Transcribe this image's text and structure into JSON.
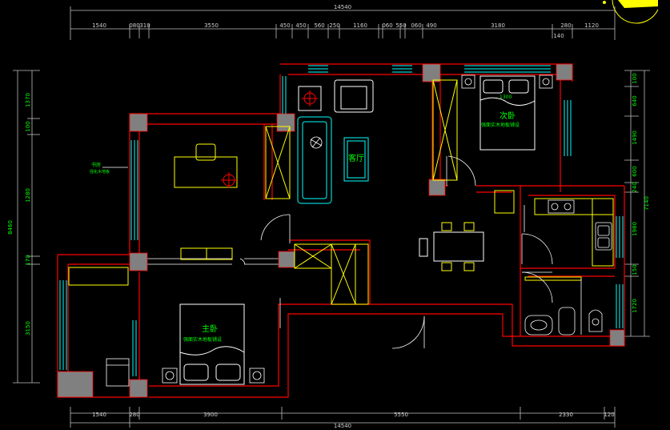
{
  "title": "",
  "dimensions": {
    "top_total": "14540",
    "top_segments": [
      "1540",
      "080",
      "310",
      "3550",
      "450",
      "450",
      "560",
      "250",
      "1160",
      "060",
      "550",
      "060",
      "490",
      "3180",
      "280",
      "140",
      "1120"
    ],
    "bottom_total": "14540",
    "bottom_segments": [
      "1540",
      "280",
      "3900",
      "5550",
      "2330",
      "120"
    ],
    "left_total": "8460",
    "left_segments": [
      "1370",
      "100",
      "1280",
      "170",
      "3150"
    ],
    "right_total": "7140",
    "right_segments": [
      "100",
      "640",
      "1490",
      "600",
      "240",
      "1980",
      "150",
      "1720"
    ]
  },
  "rooms": {
    "living": "客厅",
    "second_bedroom": "次卧",
    "second_bedroom_note": "强面实木地板铺设",
    "second_bedroom_code": "1300",
    "master_bedroom": "主卧",
    "master_bedroom_note": "强面实木地板铺设"
  },
  "annotations": {
    "study_label_1": "书房",
    "study_label_2": "强化木地板"
  },
  "colors": {
    "background": "#000000",
    "wall": "#ff0000",
    "column": "#808080",
    "furniture": "#ffffff",
    "window": "#00ffff",
    "door": "#ffffff",
    "cabinet": "#ffff00",
    "dimension": "#cfcfcf",
    "dimension_text_vertical": "#00ff00",
    "room_label": "#00ff00"
  }
}
